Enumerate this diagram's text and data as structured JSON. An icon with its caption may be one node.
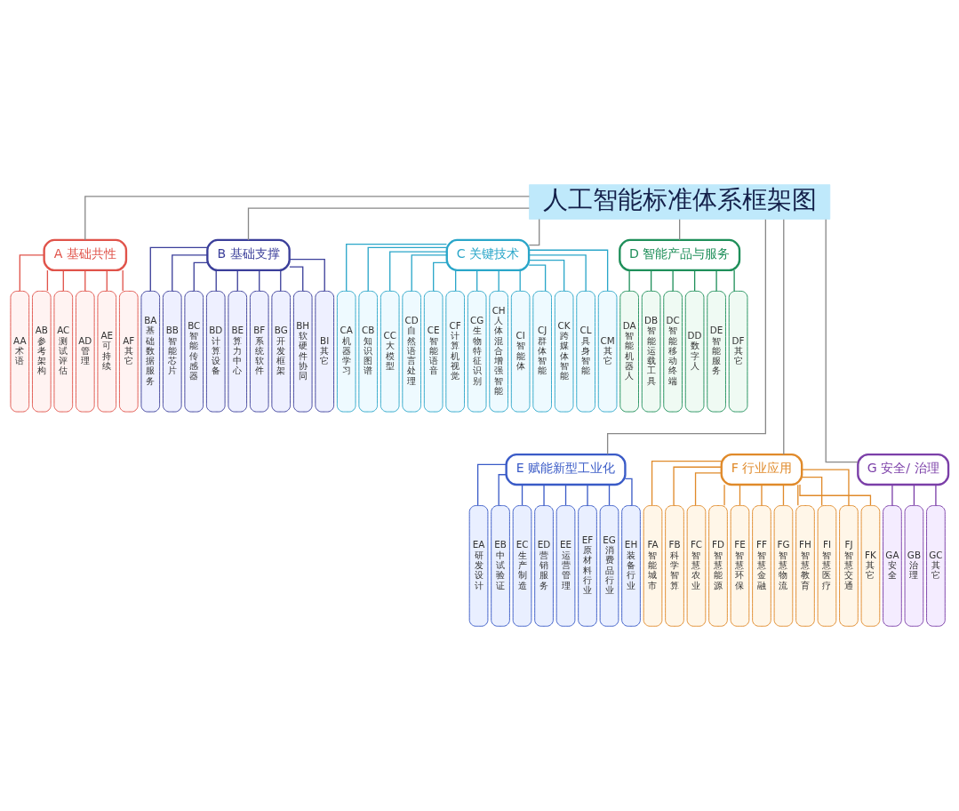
{
  "diagram": {
    "nodes": [
      {
        "text": [
          "人工智能标准体系框架图"
        ]
      },
      {
        "text": [
          "A 基础共性"
        ]
      },
      {
        "text": [
          "AA",
          "术语"
        ]
      },
      {
        "text": [
          "AB",
          "参考架构"
        ]
      },
      {
        "text": [
          "AC",
          "测试评估"
        ]
      },
      {
        "text": [
          "AD",
          "管理"
        ]
      },
      {
        "text": [
          "AE",
          "可持续"
        ]
      },
      {
        "text": [
          "AF",
          "其它"
        ]
      },
      {
        "text": [
          "B 基础支撑"
        ]
      },
      {
        "text": [
          "BA",
          "基础数据服务"
        ]
      },
      {
        "text": [
          "BB",
          "智能芯片"
        ]
      },
      {
        "text": [
          "BC",
          "智能传感器"
        ]
      },
      {
        "text": [
          "BD",
          "计算设备"
        ]
      },
      {
        "text": [
          "BE",
          "算力中心"
        ]
      },
      {
        "text": [
          "BF",
          "系统软件"
        ]
      },
      {
        "text": [
          "BG",
          "开发框架"
        ]
      },
      {
        "text": [
          "BH",
          "软硬件协同"
        ]
      },
      {
        "text": [
          "BI",
          "其它"
        ]
      },
      {
        "text": [
          "C 关键技术"
        ]
      },
      {
        "text": [
          "CA",
          "机器学习"
        ]
      },
      {
        "text": [
          "CB",
          "知识图谱"
        ]
      },
      {
        "text": [
          "CC",
          "大模型"
        ]
      },
      {
        "text": [
          "CD",
          "自然语言处理"
        ]
      },
      {
        "text": [
          "CE",
          "智能语音"
        ]
      },
      {
        "text": [
          "CF",
          "计算机视觉"
        ]
      },
      {
        "text": [
          "CG",
          "生物特征识别"
        ]
      },
      {
        "text": [
          "CH",
          "人体混合增强智能"
        ]
      },
      {
        "text": [
          "CI",
          "智能体"
        ]
      },
      {
        "text": [
          "CJ",
          "群体智能"
        ]
      },
      {
        "text": [
          "CK",
          "跨媒体智能"
        ]
      },
      {
        "text": [
          "CL",
          "具身智能"
        ]
      },
      {
        "text": [
          "CM",
          "其它"
        ]
      },
      {
        "text": [
          "D 智能产品与服务"
        ]
      },
      {
        "text": [
          "DA",
          "智能机器人"
        ]
      },
      {
        "text": [
          "DB",
          "智能运载工具"
        ]
      },
      {
        "text": [
          "DC",
          "智能移动终端"
        ]
      },
      {
        "text": [
          "DD",
          "数字人"
        ]
      },
      {
        "text": [
          "DE",
          "智能服务"
        ]
      },
      {
        "text": [
          "DF",
          "其它"
        ]
      },
      {
        "text": [
          "E 赋能新型工业化"
        ]
      },
      {
        "text": [
          "EA",
          "研发设计"
        ]
      },
      {
        "text": [
          "EB",
          "中试验证"
        ]
      },
      {
        "text": [
          "EC",
          "生产制造"
        ]
      },
      {
        "text": [
          "ED",
          "营销服务"
        ]
      },
      {
        "text": [
          "EE",
          "运营管理"
        ]
      },
      {
        "text": [
          "EF",
          "原材料行业"
        ]
      },
      {
        "text": [
          "EG",
          "消费品行业"
        ]
      },
      {
        "text": [
          "EH",
          "装备行业"
        ]
      },
      {
        "text": [
          "F 行业应用"
        ]
      },
      {
        "text": [
          "FA",
          "智能城市"
        ]
      },
      {
        "text": [
          "FB",
          "科学智算"
        ]
      },
      {
        "text": [
          "FC",
          "智慧农业"
        ]
      },
      {
        "text": [
          "FD",
          "智慧能源"
        ]
      },
      {
        "text": [
          "FE",
          "智慧环保"
        ]
      },
      {
        "text": [
          "FF",
          "智慧金融"
        ]
      },
      {
        "text": [
          "FG",
          "智慧物流"
        ]
      },
      {
        "text": [
          "FH",
          "智慧教育"
        ]
      },
      {
        "text": [
          "FI",
          "智慧医疗"
        ]
      },
      {
        "text": [
          "FJ",
          "智慧交通"
        ]
      },
      {
        "text": [
          "FK",
          "其它"
        ]
      },
      {
        "text": [
          "G 安全/ 治理"
        ]
      },
      {
        "text": [
          "GA",
          "安全"
        ]
      },
      {
        "text": [
          "GB",
          "治理"
        ]
      },
      {
        "text": [
          "GC",
          "其它"
        ]
      }
    ],
    "edges": [
      {
        "from": 0,
        "to": 1,
        "arrow": "none",
        "color": "#888888"
      },
      {
        "from": 0,
        "to": 8,
        "arrow": "none",
        "color": "#888888"
      },
      {
        "from": 0,
        "to": 18,
        "arrow": "none",
        "color": "#888888"
      },
      {
        "from": 0,
        "to": 32,
        "arrow": "none",
        "color": "#888888"
      },
      {
        "from": 0,
        "to": 39,
        "arrow": "none",
        "color": "#888888"
      },
      {
        "from": 0,
        "to": 48,
        "arrow": "none",
        "color": "#888888"
      },
      {
        "from": 0,
        "to": 60,
        "arrow": "none",
        "color": "#888888"
      },
      {
        "from": 1,
        "to": 2,
        "arrow": "none",
        "color": "#e0534a"
      },
      {
        "from": 1,
        "to": 3,
        "arrow": "none",
        "color": "#e0534a"
      },
      {
        "from": 1,
        "to": 4,
        "arrow": "none",
        "color": "#e0534a"
      },
      {
        "from": 1,
        "to": 5,
        "arrow": "none",
        "color": "#e0534a"
      },
      {
        "from": 1,
        "to": 6,
        "arrow": "none",
        "color": "#e0534a"
      },
      {
        "from": 1,
        "to": 7,
        "arrow": "none",
        "color": "#e0534a"
      },
      {
        "from": 8,
        "to": 9,
        "arrow": "none",
        "color": "#3b3f9a"
      },
      {
        "from": 8,
        "to": 10,
        "arrow": "none",
        "color": "#3b3f9a"
      },
      {
        "from": 8,
        "to": 11,
        "arrow": "none",
        "color": "#3b3f9a"
      },
      {
        "from": 8,
        "to": 12,
        "arrow": "none",
        "color": "#3b3f9a"
      },
      {
        "from": 8,
        "to": 13,
        "arrow": "none",
        "color": "#3b3f9a"
      },
      {
        "from": 8,
        "to": 14,
        "arrow": "none",
        "color": "#3b3f9a"
      },
      {
        "from": 8,
        "to": 15,
        "arrow": "none",
        "color": "#3b3f9a"
      },
      {
        "from": 8,
        "to": 16,
        "arrow": "none",
        "color": "#3b3f9a"
      },
      {
        "from": 8,
        "to": 17,
        "arrow": "none",
        "color": "#3b3f9a"
      },
      {
        "from": 18,
        "to": 19,
        "arrow": "none",
        "color": "#2aa6c9"
      },
      {
        "from": 18,
        "to": 20,
        "arrow": "none",
        "color": "#2aa6c9"
      },
      {
        "from": 18,
        "to": 21,
        "arrow": "none",
        "color": "#2aa6c9"
      },
      {
        "from": 18,
        "to": 22,
        "arrow": "none",
        "color": "#2aa6c9"
      },
      {
        "from": 18,
        "to": 23,
        "arrow": "none",
        "color": "#2aa6c9"
      },
      {
        "from": 18,
        "to": 24,
        "arrow": "none",
        "color": "#2aa6c9"
      },
      {
        "from": 18,
        "to": 25,
        "arrow": "none",
        "color": "#2aa6c9"
      },
      {
        "from": 18,
        "to": 26,
        "arrow": "none",
        "color": "#2aa6c9"
      },
      {
        "from": 18,
        "to": 27,
        "arrow": "none",
        "color": "#2aa6c9"
      },
      {
        "from": 18,
        "to": 28,
        "arrow": "none",
        "color": "#2aa6c9"
      },
      {
        "from": 18,
        "to": 29,
        "arrow": "none",
        "color": "#2aa6c9"
      },
      {
        "from": 18,
        "to": 30,
        "arrow": "none",
        "color": "#2aa6c9"
      },
      {
        "from": 18,
        "to": 31,
        "arrow": "none",
        "color": "#2aa6c9"
      },
      {
        "from": 32,
        "to": 33,
        "arrow": "none",
        "color": "#1f8f5a"
      },
      {
        "from": 32,
        "to": 34,
        "arrow": "none",
        "color": "#1f8f5a"
      },
      {
        "from": 32,
        "to": 35,
        "arrow": "none",
        "color": "#1f8f5a"
      },
      {
        "from": 32,
        "to": 36,
        "arrow": "none",
        "color": "#1f8f5a"
      },
      {
        "from": 32,
        "to": 37,
        "arrow": "none",
        "color": "#1f8f5a"
      },
      {
        "from": 32,
        "to": 38,
        "arrow": "none",
        "color": "#1f8f5a"
      },
      {
        "from": 39,
        "to": 40,
        "arrow": "none",
        "color": "#3a5bc7"
      },
      {
        "from": 39,
        "to": 41,
        "arrow": "none",
        "color": "#3a5bc7"
      },
      {
        "from": 39,
        "to": 42,
        "arrow": "none",
        "color": "#3a5bc7"
      },
      {
        "from": 39,
        "to": 43,
        "arrow": "none",
        "color": "#3a5bc7"
      },
      {
        "from": 39,
        "to": 44,
        "arrow": "none",
        "color": "#3a5bc7"
      },
      {
        "from": 39,
        "to": 45,
        "arrow": "none",
        "color": "#3a5bc7"
      },
      {
        "from": 39,
        "to": 46,
        "arrow": "none",
        "color": "#3a5bc7"
      },
      {
        "from": 39,
        "to": 47,
        "arrow": "none",
        "color": "#3a5bc7"
      },
      {
        "from": 48,
        "to": 49,
        "arrow": "none",
        "color": "#e08a2a"
      },
      {
        "from": 48,
        "to": 50,
        "arrow": "none",
        "color": "#e08a2a"
      },
      {
        "from": 48,
        "to": 51,
        "arrow": "none",
        "color": "#e08a2a"
      },
      {
        "from": 48,
        "to": 52,
        "arrow": "none",
        "color": "#e08a2a"
      },
      {
        "from": 48,
        "to": 53,
        "arrow": "none",
        "color": "#e08a2a"
      },
      {
        "from": 48,
        "to": 54,
        "arrow": "none",
        "color": "#e08a2a"
      },
      {
        "from": 48,
        "to": 55,
        "arrow": "none",
        "color": "#e08a2a"
      },
      {
        "from": 48,
        "to": 56,
        "arrow": "none",
        "color": "#e08a2a"
      },
      {
        "from": 48,
        "to": 57,
        "arrow": "none",
        "color": "#e08a2a"
      },
      {
        "from": 48,
        "to": 58,
        "arrow": "none",
        "color": "#e08a2a"
      },
      {
        "from": 48,
        "to": 59,
        "arrow": "none",
        "color": "#e08a2a"
      },
      {
        "from": 60,
        "to": 61,
        "arrow": "none",
        "color": "#7b3fa8"
      },
      {
        "from": 60,
        "to": 62,
        "arrow": "none",
        "color": "#7b3fa8"
      },
      {
        "from": 60,
        "to": 63,
        "arrow": "none",
        "color": "#7b3fa8"
      }
    ]
  }
}
